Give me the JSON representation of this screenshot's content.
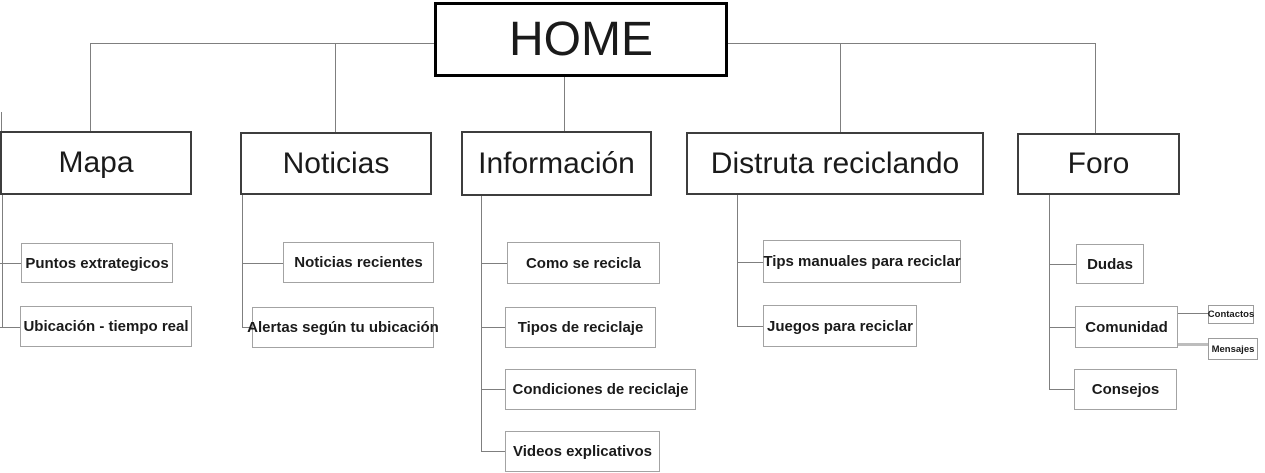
{
  "root": {
    "label": "HOME"
  },
  "branches": [
    {
      "label": "Mapa",
      "children": [
        {
          "label": "Puntos extrategicos"
        },
        {
          "label": "Ubicación - tiempo real"
        }
      ]
    },
    {
      "label": "Noticias",
      "children": [
        {
          "label": "Noticias recientes"
        },
        {
          "label": "Alertas según tu ubicación"
        }
      ]
    },
    {
      "label": "Información",
      "children": [
        {
          "label": "Como se recicla"
        },
        {
          "label": "Tipos de reciclaje"
        },
        {
          "label": "Condiciones de reciclaje"
        },
        {
          "label": "Videos explicativos"
        }
      ]
    },
    {
      "label": "Distruta reciclando",
      "children": [
        {
          "label": "Tips manuales para reciclar"
        },
        {
          "label": "Juegos para reciclar"
        }
      ]
    },
    {
      "label": "Foro",
      "children": [
        {
          "label": "Dudas"
        },
        {
          "label": "Comunidad",
          "children": [
            {
              "label": "Contactos"
            },
            {
              "label": "Mensajes"
            }
          ]
        },
        {
          "label": "Consejos"
        }
      ]
    }
  ],
  "colors": {
    "background": "#ffffff",
    "connector": "#7f7f7f",
    "connector_thick": "#bdbdbd",
    "root_border": "#000000",
    "branch_border": "#3d3d3d",
    "leaf_border": "#a3a3a3",
    "text": "#1a1a1a"
  }
}
